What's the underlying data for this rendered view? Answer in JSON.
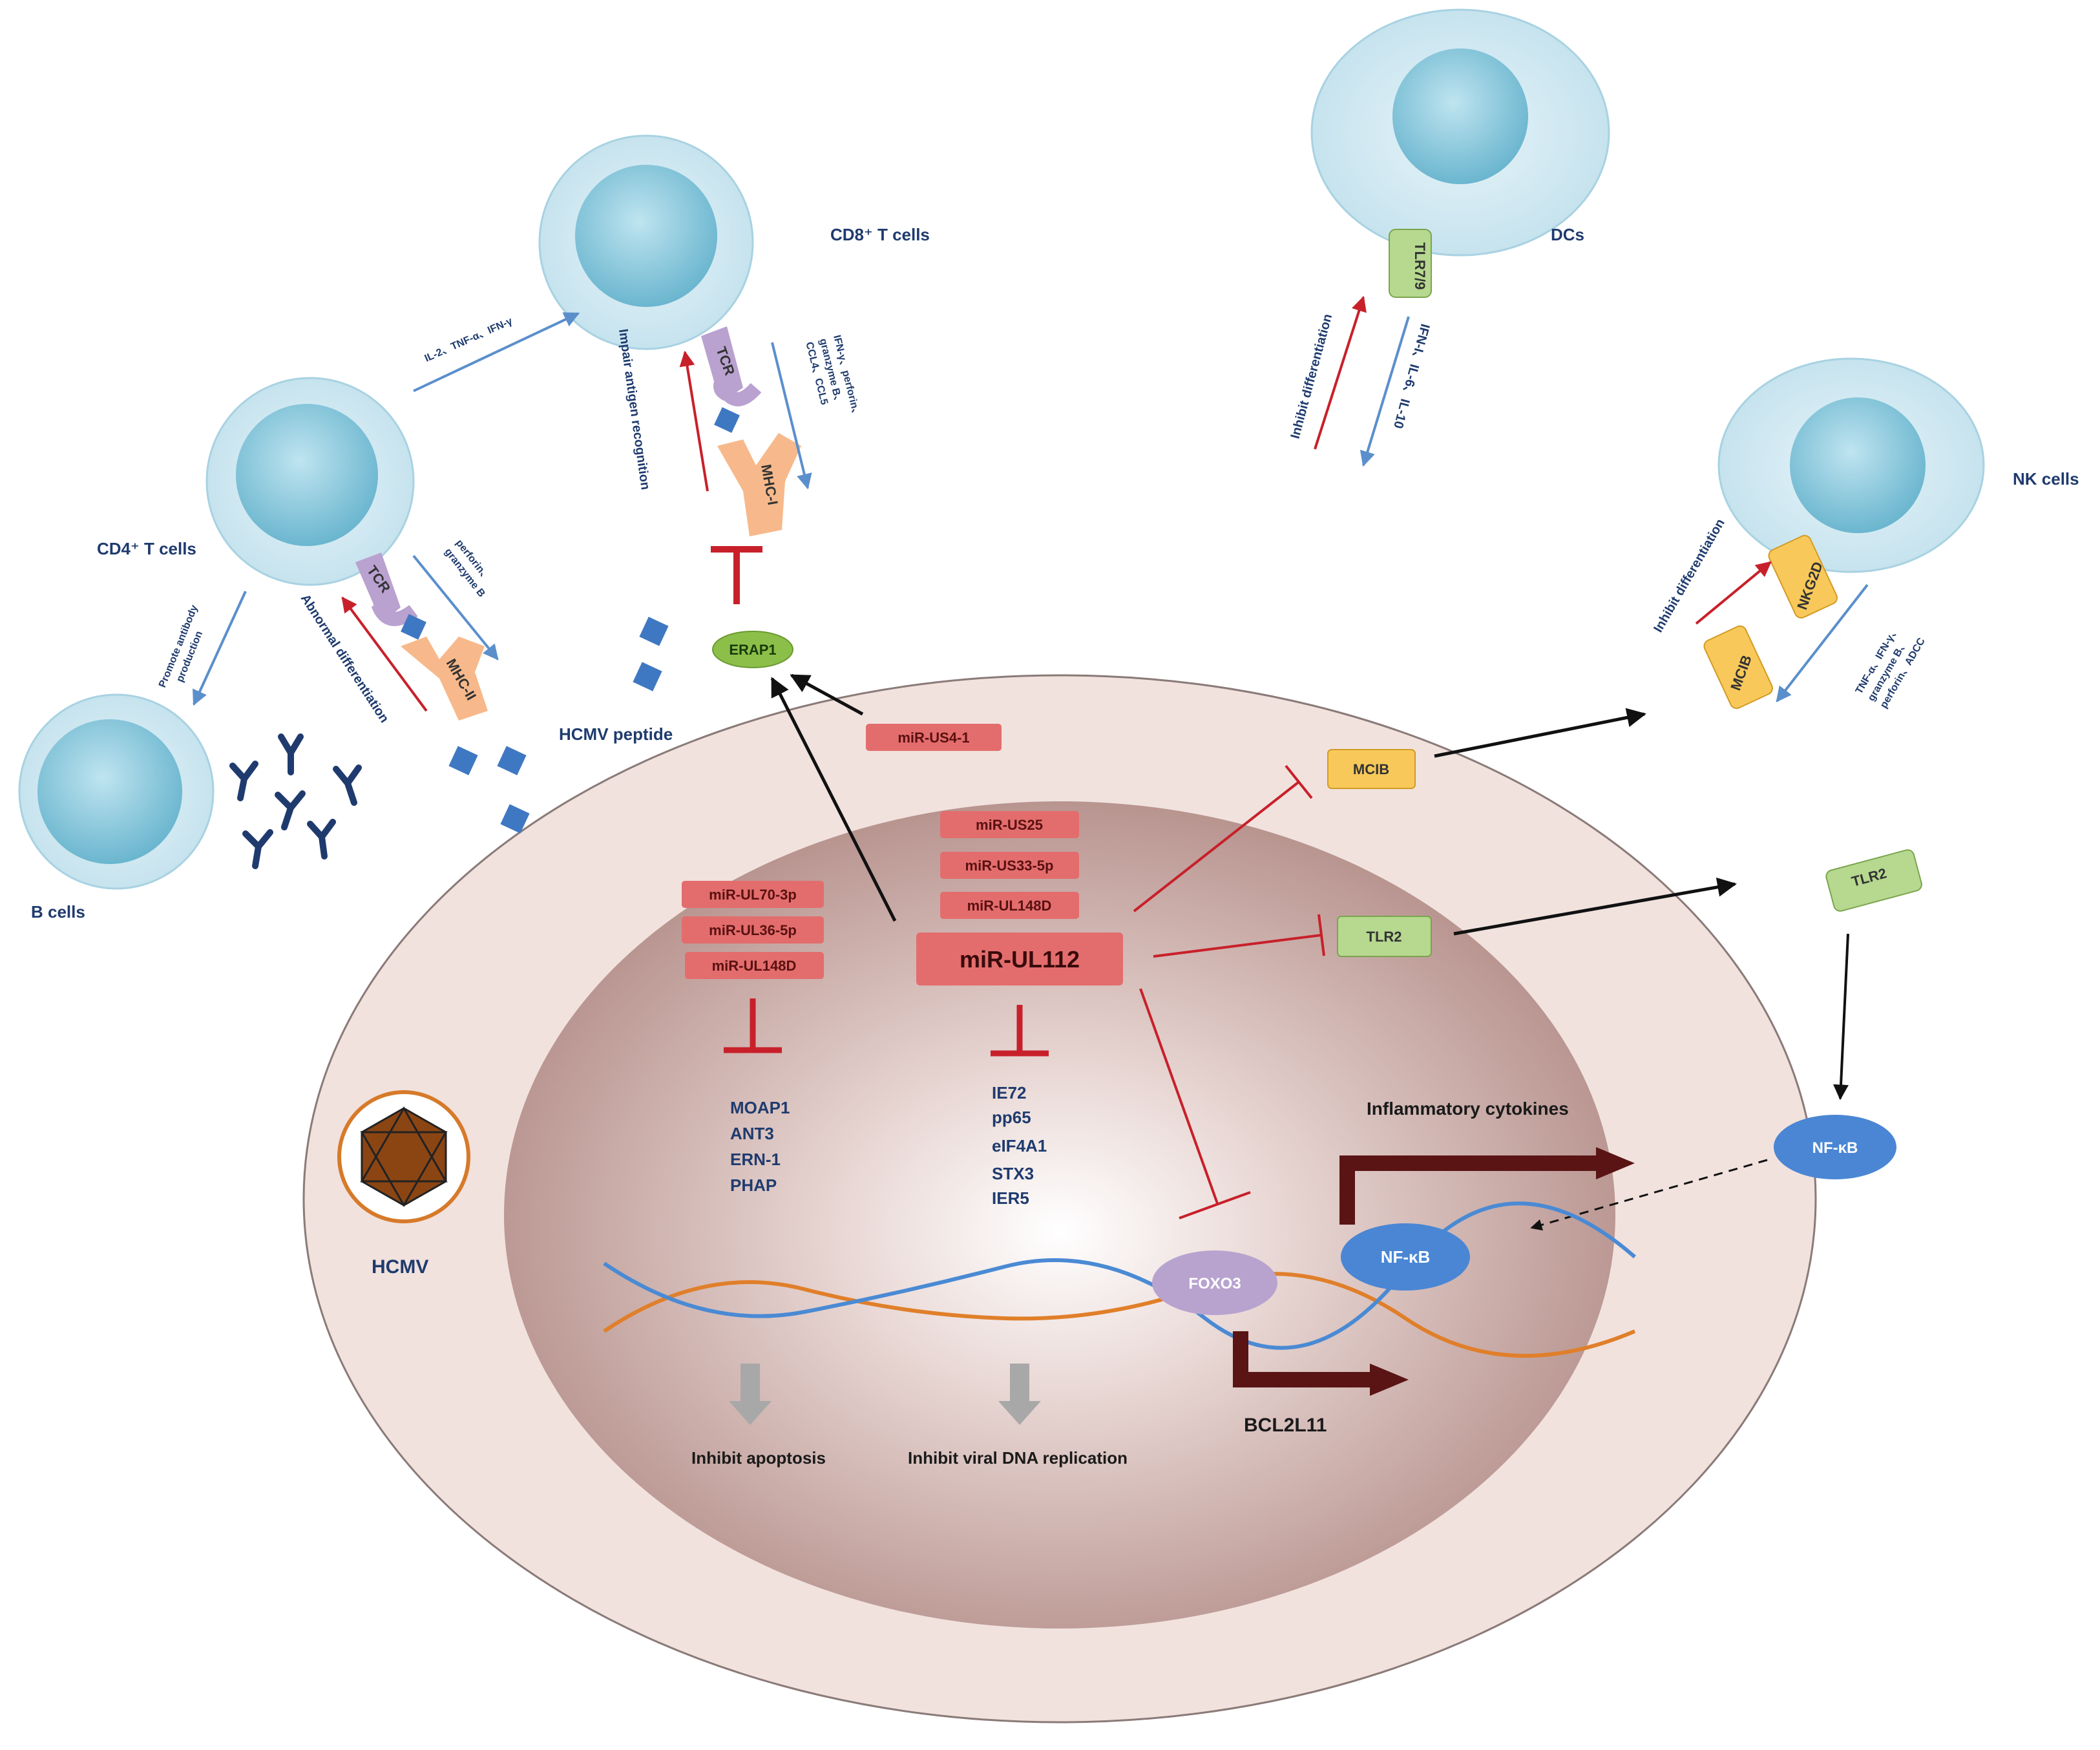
{
  "cells": {
    "cd8": "CD8⁺ T cells",
    "cd4": "CD4⁺ T cells",
    "b": "B cells",
    "dc": "DCs",
    "nk": "NK cells"
  },
  "receptors": {
    "tcr_cd8": "TCR",
    "mhc1": "MHC-I",
    "tcr_cd4": "TCR",
    "mhc2": "MHC-II",
    "tlr79": "TLR7/9",
    "nkg2d": "NKG2D",
    "mcib_membrane": "MCIB",
    "tlr2_membrane": "TLR2",
    "nfkb_outer": "NF-κB"
  },
  "arrow_labels": {
    "il2": "IL-2、TNF-α、IFN-γ",
    "impair": "Impair antigen recognition",
    "ifn_cd8_1": "IFN-γ、perforin、",
    "ifn_cd8_2": "granzyme B、",
    "ifn_cd8_3": "CCL4、CCL5",
    "perforin_cd4_1": "perforin、",
    "perforin_cd4_2": "granzyme B",
    "abnormal": "Abnormal differentiation",
    "promote_1": "Promote antibody",
    "promote_2": "production",
    "dc_inhibit": "Inhibit differentiation",
    "dc_ifn": "IFN-I、IL-6、IL-10",
    "nk_inhibit": "Inhibit differentiation",
    "nk_out_1": "TNF-α、IFN-γ、",
    "nk_out_2": "granzyme B、",
    "nk_out_3": "perforin、ADCC"
  },
  "peptide_label": "HCMV peptide",
  "virus_label": "HCMV",
  "erap1": "ERAP1",
  "mirnas": {
    "us4_1": "miR-US4-1",
    "us25": "miR-US25",
    "us33_5p": "miR-US33-5p",
    "ul148d_right": "miR-UL148D",
    "ul112": "miR-UL112",
    "ul70_3p": "miR-UL70-3p",
    "ul36_5p": "miR-UL36-5p",
    "ul148d_left": "miR-UL148D"
  },
  "targets_left": [
    "MOAP1",
    "ANT3",
    "ERN-1",
    "PHAP"
  ],
  "targets_mid": [
    "IE72",
    "pp65",
    "eIF4A1",
    "STX3",
    "IER5"
  ],
  "mcib_inner": "MCIB",
  "tlr2_inner": "TLR2",
  "foxo3": "FOXO3",
  "nfkb_inner": "NF-κB",
  "inflammatory": "Inflammatory cytokines",
  "bcl2l11": "BCL2L11",
  "outcome_apoptosis": "Inhibit apoptosis",
  "outcome_replication": "Inhibit viral DNA replication",
  "colors": {
    "cell_outer": "#d6ecf4",
    "cell_nucleus": "#7ec6dc",
    "host_cytoplasm": "#f1e2de",
    "host_nucleus": "#b99490",
    "mir_box": "#e36d6d",
    "inhibit_red": "#c8202a",
    "activate_blue": "#5b8fcc",
    "peptide_blue": "#3f78c2",
    "mcib_yellow": "#f8c95a",
    "tlr_green": "#b6d88f",
    "erap_green": "#8cbf4a",
    "foxo_purple": "#b8a3cf",
    "nfkb_blue": "#4a86d4",
    "dna_orange": "#e07f2a",
    "dna_blue": "#4a8ad4",
    "dark_brown": "#5a1414"
  }
}
